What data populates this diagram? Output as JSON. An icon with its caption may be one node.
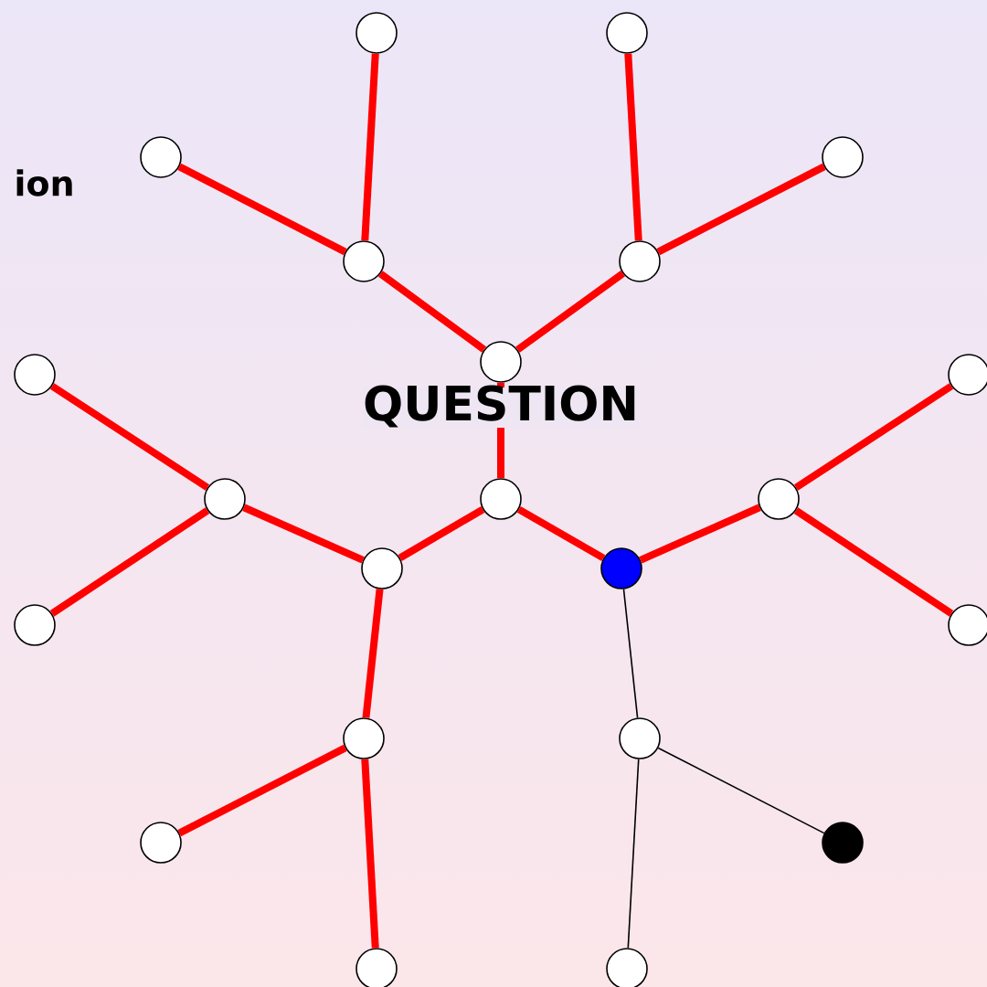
{
  "diagram": {
    "nodes": [
      {
        "text": [],
        "shape": "circle"
      },
      {
        "text": [],
        "shape": "circle"
      },
      {
        "text": [],
        "shape": "circle"
      },
      {
        "text": [],
        "shape": "circle"
      },
      {
        "text": [],
        "shape": "circle"
      },
      {
        "text": [],
        "shape": "circle"
      },
      {
        "text": [],
        "shape": "circle"
      },
      {
        "text": [],
        "shape": "circle"
      },
      {
        "text": [],
        "shape": "circle"
      },
      {
        "text": [],
        "shape": "circle"
      },
      {
        "text": [],
        "shape": "circle"
      },
      {
        "text": [],
        "shape": "circle"
      },
      {
        "text": [],
        "shape": "circle"
      },
      {
        "text": [],
        "shape": "circle"
      },
      {
        "text": [],
        "shape": "circle"
      },
      {
        "text": [],
        "shape": "circle"
      },
      {
        "text": [],
        "shape": "circle"
      },
      {
        "text": [],
        "shape": "circle"
      },
      {
        "text": [],
        "shape": "circle"
      },
      {
        "text": [],
        "shape": "circle"
      },
      {
        "text": [],
        "shape": "circle"
      },
      {
        "text": [],
        "shape": "circle"
      }
    ],
    "edges": [
      {
        "from": 4,
        "to": 0,
        "arrow": "none"
      },
      {
        "from": 4,
        "to": 2,
        "arrow": "none"
      },
      {
        "from": 6,
        "to": 4,
        "arrow": "none"
      },
      {
        "from": 5,
        "to": 1,
        "arrow": "none"
      },
      {
        "from": 5,
        "to": 3,
        "arrow": "none"
      },
      {
        "from": 6,
        "to": 5,
        "arrow": "none"
      },
      {
        "from": 10,
        "to": 6,
        "arrow": "none"
      },
      {
        "from": 9,
        "to": 7,
        "arrow": "none"
      },
      {
        "from": 9,
        "to": 14,
        "arrow": "none"
      },
      {
        "from": 12,
        "to": 9,
        "arrow": "none"
      },
      {
        "from": 10,
        "to": 12,
        "arrow": "none"
      },
      {
        "from": 10,
        "to": 13,
        "arrow": "none"
      },
      {
        "from": 13,
        "to": 11,
        "arrow": "none"
      },
      {
        "from": 11,
        "to": 8,
        "arrow": "none"
      },
      {
        "from": 11,
        "to": 15,
        "arrow": "none"
      },
      {
        "from": 12,
        "to": 16,
        "arrow": "none"
      },
      {
        "from": 16,
        "to": 18,
        "arrow": "none"
      },
      {
        "from": 16,
        "to": 20,
        "arrow": "none"
      },
      {
        "from": 13,
        "to": 17,
        "arrow": "none",
        "color": "#000000"
      },
      {
        "from": 17,
        "to": 19,
        "arrow": "none",
        "color": "#000000"
      },
      {
        "from": 17,
        "to": 21,
        "arrow": "none",
        "color": "#000000"
      }
    ],
    "labels": [
      "QUESTION",
      "ion"
    ]
  }
}
